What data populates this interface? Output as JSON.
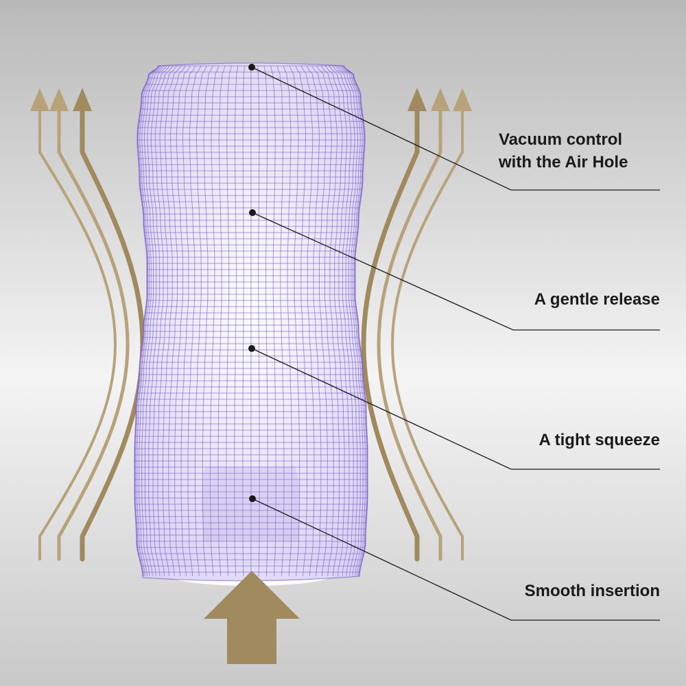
{
  "callouts": [
    {
      "name": "vacuum-control",
      "lines": [
        "Vacuum control",
        "with the Air Hole"
      ]
    },
    {
      "name": "gentle-release",
      "lines": [
        "A gentle release"
      ]
    },
    {
      "name": "tight-squeeze",
      "lines": [
        "A tight squeeze"
      ]
    },
    {
      "name": "smooth-insertion",
      "lines": [
        "Smooth insertion"
      ]
    }
  ],
  "colors": {
    "background_top": "#b9b9b9",
    "background_mid": "#f4f4f4",
    "mesh": "#6a4fc0",
    "body_fill": "#dcd4f7",
    "arrow": "#b8a27a",
    "arrow_dark": "#a08a5e",
    "leader_line": "#1a1a1a"
  },
  "icons": {
    "airflow": "airflow-arrow-icon",
    "insertion": "insertion-arrow-icon"
  }
}
